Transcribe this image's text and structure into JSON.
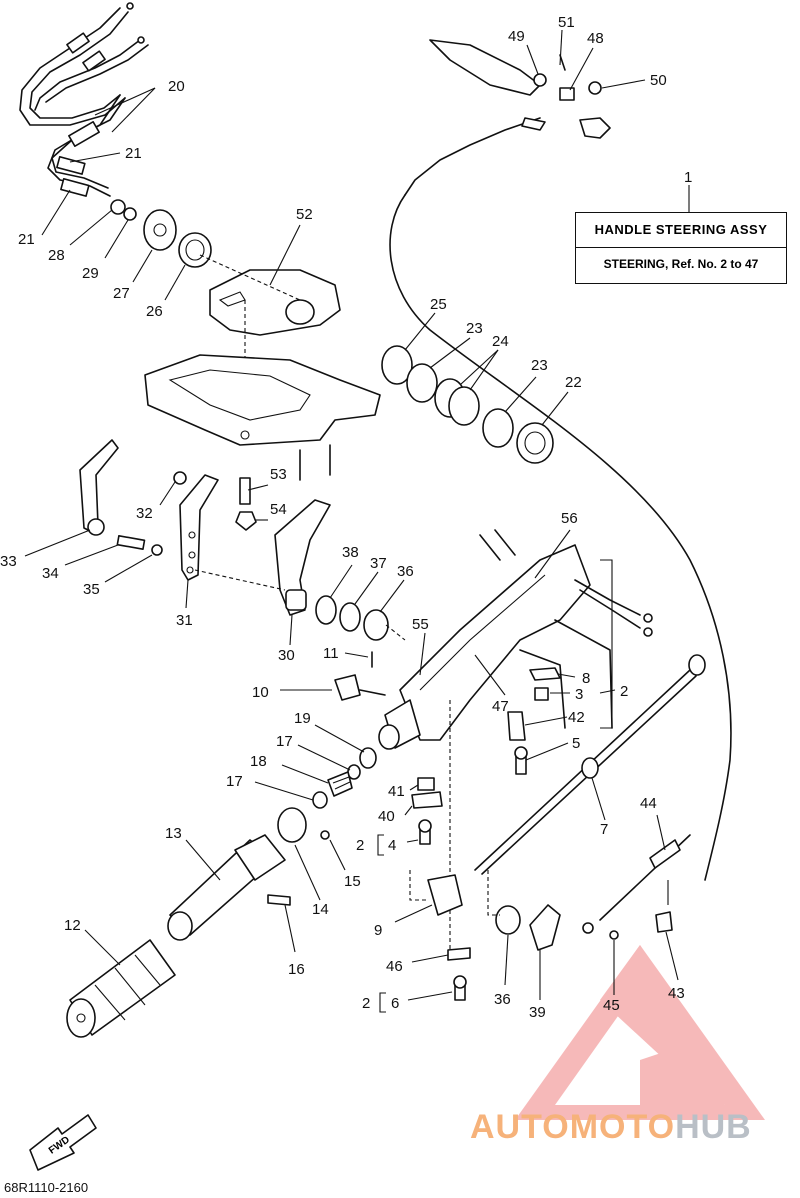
{
  "info_box": {
    "title": "HANDLE STEERING ASSY",
    "subtitle": "STEERING, Ref. No. 2 to 47",
    "ref": "1"
  },
  "diagram_code": "68R1110-2160",
  "fwd_label": "FWD",
  "watermark": {
    "part_a": "AUTOMOTO",
    "part_b": "HUB"
  },
  "callouts": {
    "c20": "20",
    "c21a": "21",
    "c21b": "21",
    "c28": "28",
    "c29": "29",
    "c27": "27",
    "c26": "26",
    "c52": "52",
    "c51": "51",
    "c49": "49",
    "c48": "48",
    "c50": "50",
    "c1": "1",
    "c25": "25",
    "c23a": "23",
    "c24": "24",
    "c23b": "23",
    "c22": "22",
    "c53": "53",
    "c54": "54",
    "c32": "32",
    "c33": "33",
    "c34": "34",
    "c35": "35",
    "c31": "31",
    "c30": "30",
    "c38": "38",
    "c37": "37",
    "c36a": "36",
    "c56": "56",
    "c55": "55",
    "c11": "11",
    "c10": "10",
    "c8": "8",
    "c3": "3",
    "c2a": "2",
    "c47": "47",
    "c42": "42",
    "c5": "5",
    "c19": "19",
    "c17a": "17",
    "c18": "18",
    "c17b": "17",
    "c41": "41",
    "c40": "40",
    "c2b": "2",
    "c4": "4",
    "c13": "13",
    "c15": "15",
    "c14": "14",
    "c7": "7",
    "c44": "44",
    "c12": "12",
    "c16": "16",
    "c9": "9",
    "c46": "46",
    "c2c": "2",
    "c6": "6",
    "c36b": "36",
    "c39": "39",
    "c45": "45",
    "c43": "43"
  }
}
